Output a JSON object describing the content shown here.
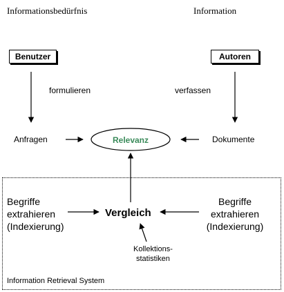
{
  "header": {
    "left_title": "Informationsbedürfnis",
    "right_title": "Information"
  },
  "nodes": {
    "benutzer": "Benutzer",
    "autoren": "Autoren",
    "anfragen": "Anfragen",
    "dokumente": "Dokumente",
    "relevanz": "Relevanz",
    "vergleich": "Vergleich",
    "begriffe_left": [
      "Begriffe",
      "extrahieren",
      "(Indexierung)"
    ],
    "begriffe_right": [
      "Begriffe",
      "extrahieren",
      "(Indexierung)"
    ],
    "kollektion": [
      "Kollektions-",
      "statistiken"
    ]
  },
  "edges": {
    "formulieren": "formulieren",
    "verfassen": "verfassen"
  },
  "system_label": "Information Retrieval System",
  "colors": {
    "relevanz_text": "#3a8a5a",
    "stroke": "#000000"
  }
}
